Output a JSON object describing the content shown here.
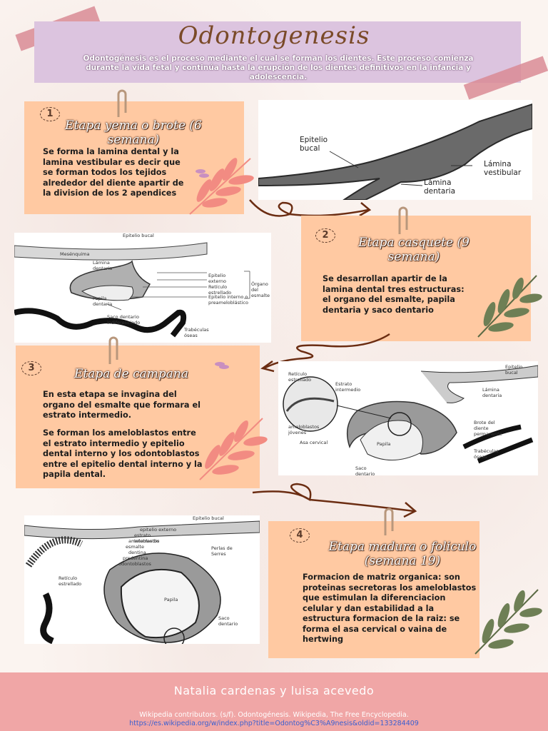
{
  "header": {
    "title": "Odontogenesis",
    "intro": "Odontogénesis es el proceso mediante el cual se forman los dientes. Este proceso comienza durante la vida fetal y continúa hasta la erupción de los dientes definitivos en la infancia y adolescencia."
  },
  "stages": [
    {
      "number": "1",
      "title": "Etapa yema o brote (6 semana)",
      "text": "Se forma la lamina dental y la lamina vestibular es decir que se forman todos los tejidos alrededor del diente apartir de la division de los 2 apendices"
    },
    {
      "number": "2",
      "title": "Etapa casquete (9 semana)",
      "text": "Se desarrollan apartir de la lamina dental tres estructuras: el organo del esmalte, papila dentaria y saco dentario"
    },
    {
      "number": "3",
      "title": "Etapa de campana",
      "text1": "En esta etapa se invagina del organo del esmalte que formara el estrato intermedio.",
      "text2": "Se forman los ameloblastos entre el estrato intermedio y epitelio dental interno y los odontoblastos entre el epitelio dental interno y la papila dental."
    },
    {
      "number": "4",
      "title": "Etapa madura o foliculo (semana 19)",
      "text": "Formacion de matriz organica: son proteinas secretoras los ameloblastos que estimulan la diferenciacion celular y dan estabilidad a la estructura formacion de la raiz: se forma el asa cervical o vaina de hertwing"
    }
  ],
  "diagrams": {
    "d1": {
      "epitelio": "Epitelio bucal",
      "vestibular": "Lámina vestibular",
      "dentaria": "Lámina dentaria"
    },
    "d2": {
      "labels": [
        "Epitelio bucal",
        "Mesénquima",
        "Lámina dentaria",
        "Epitelio externo",
        "Retículo estrellado",
        "Epitelio interno o preameloblástico",
        "Papila dentaria",
        "Saco dentario indiferenciado",
        "Trabéculas óseas"
      ],
      "organo": "Órgano del esmalte"
    },
    "d3": {
      "labels": [
        "Retículo estrellado",
        "Estrato intermedio",
        "ameloblastos jóvenes",
        "Asa cervical",
        "Papila",
        "Saco dentario",
        "Epitelio bucal",
        "Lámina dentaria",
        "Brote del diente permanente",
        "Trabéculas óseas"
      ]
    },
    "d4": {
      "labels": [
        "Epitelio bucal",
        "epitelio externo",
        "estrato intermedio",
        "ameloblastos",
        "esmalte",
        "dentina",
        "predentina",
        "odontoblastos",
        "Perlas de Serres",
        "Retículo estrellado",
        "Papila",
        "Saco dentario"
      ]
    }
  },
  "footer": {
    "authors": "Natalia cardenas  y luisa acevedo",
    "citation": "Wikipedia contributors. (s/f). Odontogénesis. Wikipedia, The Free Encyclopedia.",
    "url": "https://es.wikipedia.org/w/index.php?title=Odontog%C3%A9nesis&oldid=133284409"
  },
  "colors": {
    "header_bg": "#dcc4df",
    "card_bg": "#ffc9a2",
    "footer_bg": "#f0a6a6",
    "arrow": "#6b2d12",
    "leaf_pink": "#f28b82",
    "leaf_green": "#6e7f55"
  }
}
